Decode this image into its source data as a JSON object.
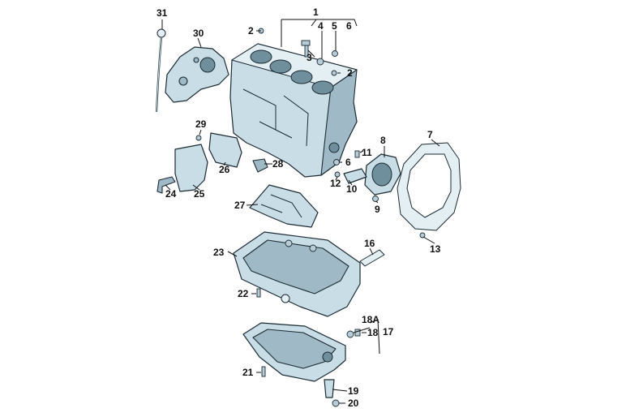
{
  "diagram": {
    "callouts": [
      {
        "id": "c1",
        "text": "1"
      },
      {
        "id": "c2a",
        "text": "2"
      },
      {
        "id": "c2b",
        "text": "2"
      },
      {
        "id": "c3",
        "text": "3"
      },
      {
        "id": "c4",
        "text": "4"
      },
      {
        "id": "c5",
        "text": "5"
      },
      {
        "id": "c6a",
        "text": "6"
      },
      {
        "id": "c6b",
        "text": "6"
      },
      {
        "id": "c7",
        "text": "7"
      },
      {
        "id": "c8",
        "text": "8"
      },
      {
        "id": "c9",
        "text": "9"
      },
      {
        "id": "c10",
        "text": "10"
      },
      {
        "id": "c11",
        "text": "11"
      },
      {
        "id": "c12",
        "text": "12"
      },
      {
        "id": "c13",
        "text": "13"
      },
      {
        "id": "c16",
        "text": "16"
      },
      {
        "id": "c17",
        "text": "17"
      },
      {
        "id": "c18",
        "text": "18"
      },
      {
        "id": "c18a",
        "text": "18A"
      },
      {
        "id": "c19",
        "text": "19"
      },
      {
        "id": "c20",
        "text": "20"
      },
      {
        "id": "c21",
        "text": "21"
      },
      {
        "id": "c22",
        "text": "22"
      },
      {
        "id": "c23",
        "text": "23"
      },
      {
        "id": "c24",
        "text": "24"
      },
      {
        "id": "c25",
        "text": "25"
      },
      {
        "id": "c26",
        "text": "26"
      },
      {
        "id": "c27",
        "text": "27"
      },
      {
        "id": "c28",
        "text": "28"
      },
      {
        "id": "c29",
        "text": "29"
      },
      {
        "id": "c30",
        "text": "30"
      },
      {
        "id": "c31",
        "text": "31"
      }
    ]
  }
}
